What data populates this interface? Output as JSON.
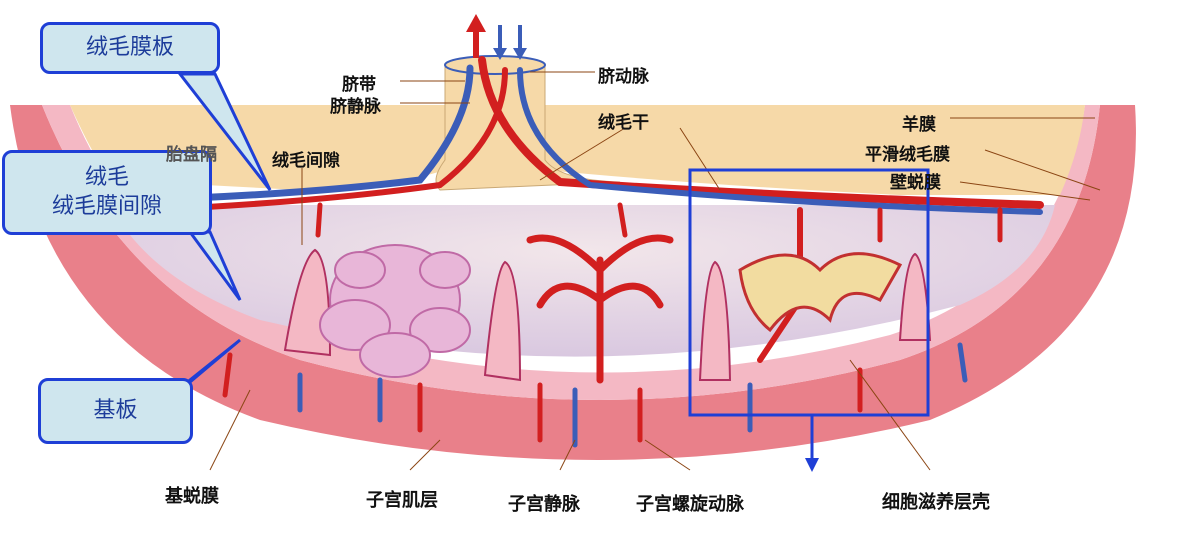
{
  "callouts": {
    "chorionic_plate": "绒毛膜板",
    "villi_line1": "绒毛",
    "villi_line2": "绒毛膜间隙",
    "basal_plate": "基板"
  },
  "labels": {
    "umbilical_cord": "脐带",
    "umbilical_vein": "脐静脉",
    "umbilical_artery": "脐动脉",
    "stem_villus": "绒毛干",
    "intervillous_space": "绒毛间隙",
    "placental_septum": "胎盘隔",
    "amnion": "羊膜",
    "smooth_chorion": "平滑绒毛膜",
    "decidua_parietalis": "壁蜕膜"
  },
  "bottom_labels": {
    "decidua_basalis": "基蜕膜",
    "myometrium": "子宫肌层",
    "uterine_vein": "子宫静脉",
    "spiral_artery": "子宫螺旋动脉",
    "trophoblastic_shell": "细胞滋养层壳"
  },
  "colors": {
    "callout_border": "#1f3fd6",
    "callout_fill": "#cfe6ee",
    "artery": "#d21f1f",
    "vein": "#3b5db8",
    "myometrium": "#e9808a",
    "decidua": "#f4b8c4",
    "chorion": "#f6d9a8"
  }
}
